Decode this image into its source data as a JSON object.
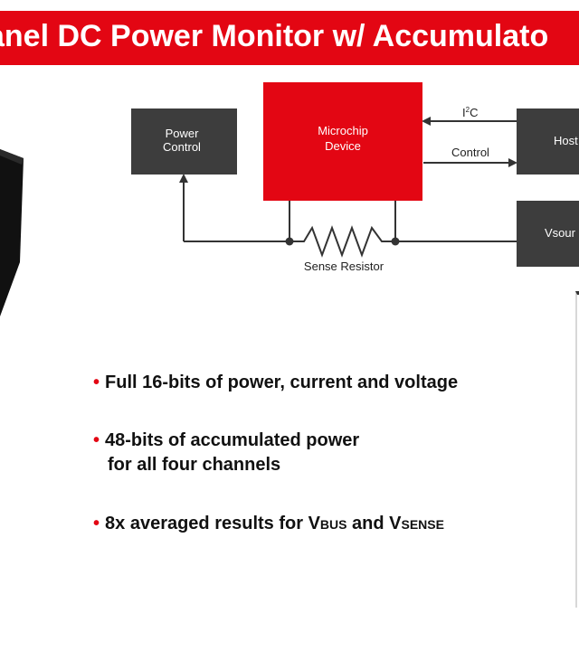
{
  "title": "anel DC Power Monitor w/ Accumulato",
  "diagram": {
    "power_control": [
      "Power",
      "Control"
    ],
    "microchip_device": [
      "Microchip",
      "Device"
    ],
    "host": "Host",
    "vsource": "Vsour",
    "i2c_label_main": "I",
    "i2c_label_sup": "2",
    "i2c_label_end": "C",
    "control_label": "Control",
    "sense_resistor_label": "Sense Resistor"
  },
  "bullets": {
    "b1": "Full 16-bits of power, current and voltage",
    "b2_line1": "48-bits of accumulated power",
    "b2_line2": "for all four channels",
    "b3_prefix": "8x averaged results for V",
    "b3_sub1": "BUS",
    "b3_mid": " and V",
    "b3_sub2": "SENSE",
    "bullet_char": "•"
  },
  "colors": {
    "brand_red": "#e30613",
    "block_gray": "#3d3d3d",
    "text_dark": "#111111"
  }
}
